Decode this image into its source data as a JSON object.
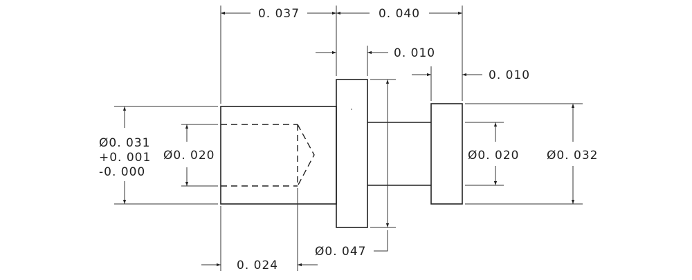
{
  "drawing": {
    "dims": {
      "len_0037": "0. 037",
      "len_0040": "0. 040",
      "len_0010_a": "0. 010",
      "len_0010_b": "0. 010",
      "len_0024": "0. 024",
      "dia_0031": "Ø0. 031",
      "tol_plus": "+0. 001",
      "tol_minus": "-0. 000",
      "dia_0020_left": "Ø0. 020",
      "dia_0020_right": "Ø0. 020",
      "dia_0032": "Ø0. 032",
      "dia_0047": "Ø0. 047"
    }
  }
}
